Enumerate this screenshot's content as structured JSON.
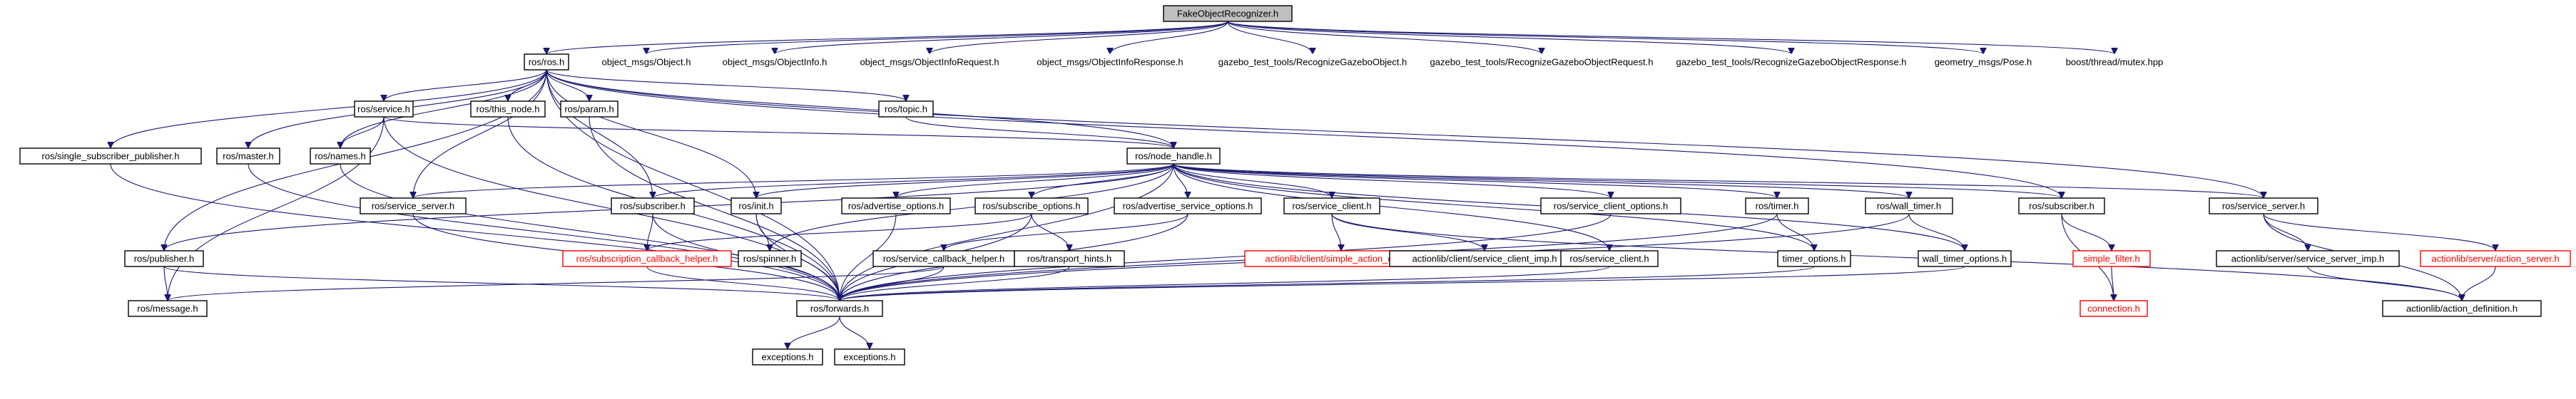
{
  "nodes": {
    "root": "FakeObjectRecognizer.h",
    "ros_h": "ros/ros.h",
    "object_msgs_object": "object_msgs/Object.h",
    "object_msgs_objectinfo": "object_msgs/ObjectInfo.h",
    "object_msgs_objectinforequest": "object_msgs/ObjectInfoRequest.h",
    "object_msgs_objectinforesponse": "object_msgs/ObjectInfoResponse.h",
    "gazebo_recognize_object": "gazebo_test_tools/RecognizeGazeboObject.h",
    "gazebo_recognize_request": "gazebo_test_tools/RecognizeGazeboObjectRequest.h",
    "gazebo_recognize_response": "gazebo_test_tools/RecognizeGazeboObjectResponse.h",
    "geometry_pose": "geometry_msgs/Pose.h",
    "boost_mutex": "boost/thread/mutex.hpp",
    "ros_service": "ros/service.h",
    "ros_this_node": "ros/this_node.h",
    "ros_param": "ros/param.h",
    "ros_topic": "ros/topic.h",
    "ros_single_sub_pub": "ros/single_subscriber_publisher.h",
    "ros_master": "ros/master.h",
    "ros_names": "ros/names.h",
    "ros_node_handle": "ros/node_handle.h",
    "ros_service_server_a": "ros/service_server.h",
    "ros_subscriber_a": "ros/subscriber.h",
    "ros_init": "ros/init.h",
    "ros_advertise_options": "ros/advertise_options.h",
    "ros_subscribe_options": "ros/subscribe_options.h",
    "ros_advertise_service_options": "ros/advertise_service_options.h",
    "ros_service_client_a": "ros/service_client.h",
    "ros_service_client_options": "ros/service_client_options.h",
    "ros_timer": "ros/timer.h",
    "ros_wall_timer": "ros/wall_timer.h",
    "ros_subscriber_b": "ros/subscriber.h",
    "ros_service_server_b": "ros/service_server.h",
    "ros_publisher": "ros/publisher.h",
    "ros_subscription_callback_helper": "ros/subscription_callback_helper.h",
    "ros_spinner": "ros/spinner.h",
    "ros_service_callback_helper": "ros/service_callback_helper.h",
    "ros_transport_hints": "ros/transport_hints.h",
    "actionlib_simple_action_client": "actionlib/client/simple_action_client.h",
    "actionlib_service_client_imp": "actionlib/client/service_client_imp.h",
    "ros_service_client_b": "ros/service_client.h",
    "timer_options": "timer_options.h",
    "wall_timer_options": "wall_timer_options.h",
    "simple_filter": "simple_filter.h",
    "actionlib_service_server_imp": "actionlib/server/service_server_imp.h",
    "actionlib_action_server": "actionlib/server/action_server.h",
    "ros_message": "ros/message.h",
    "ros_forwards": "ros/forwards.h",
    "connection": "connection.h",
    "actionlib_action_definition": "actionlib/action_definition.h",
    "exceptions_a": "exceptions.h",
    "exceptions_b": "exceptions.h"
  },
  "colors": {
    "edge": "#191970",
    "root_fill": "#bfbfbf",
    "border": "#000000",
    "incomplete_border": "#ff0000"
  }
}
